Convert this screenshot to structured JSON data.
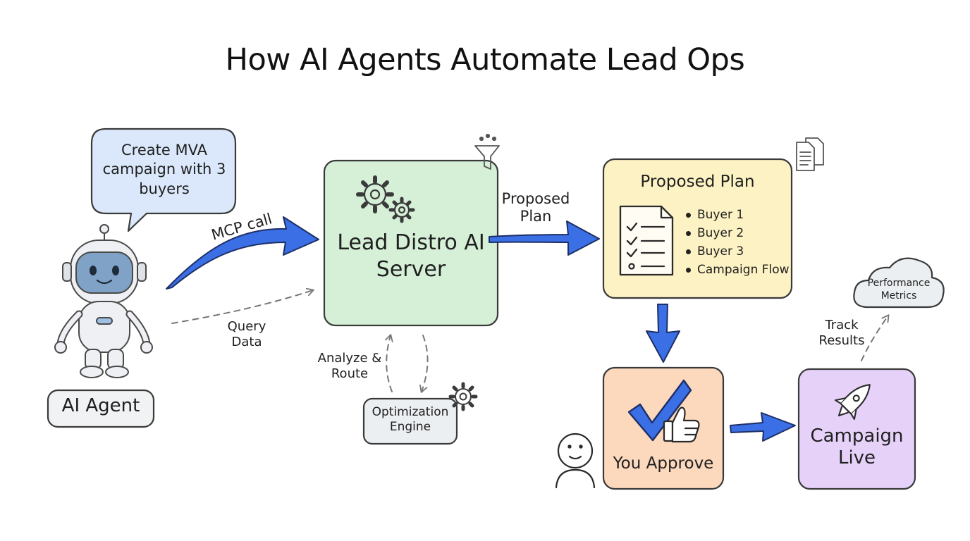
{
  "title": "How AI Agents Automate Lead Ops",
  "colors": {
    "bubble_fill": "#dbe8fb",
    "server_fill": "#d6f0d8",
    "plan_fill": "#fdf2c4",
    "approve_fill": "#fcd8bd",
    "live_fill": "#e6d2f8",
    "arrow_blue": "#3a6fe6",
    "outline": "#3a3a3a"
  },
  "agent": {
    "speech": "Create MVA campaign with 3 buyers",
    "label": "AI Agent"
  },
  "edges": {
    "mcp_call": "MCP call",
    "query_data": "Query Data",
    "analyze_route": "Analyze & Route",
    "proposed_plan": "Proposed Plan",
    "track_results": "Track Results"
  },
  "server": {
    "label": "Lead Distro AI Server",
    "icons": [
      "gears-icon",
      "funnel-icon"
    ]
  },
  "engine": {
    "label": "Optimization Engine"
  },
  "plan": {
    "title": "Proposed Plan",
    "items": [
      "Buyer 1",
      "Buyer 2",
      "Buyer 3",
      "Campaign Flow"
    ],
    "icons": [
      "checklist-icon",
      "documents-icon"
    ]
  },
  "approve": {
    "label": "You Approve",
    "icons": [
      "checkmark-icon",
      "thumbs-up-icon",
      "person-icon"
    ]
  },
  "live": {
    "label": "Campaign Live",
    "icons": [
      "rocket-icon"
    ]
  },
  "metrics": {
    "label": "Performance Metrics"
  }
}
